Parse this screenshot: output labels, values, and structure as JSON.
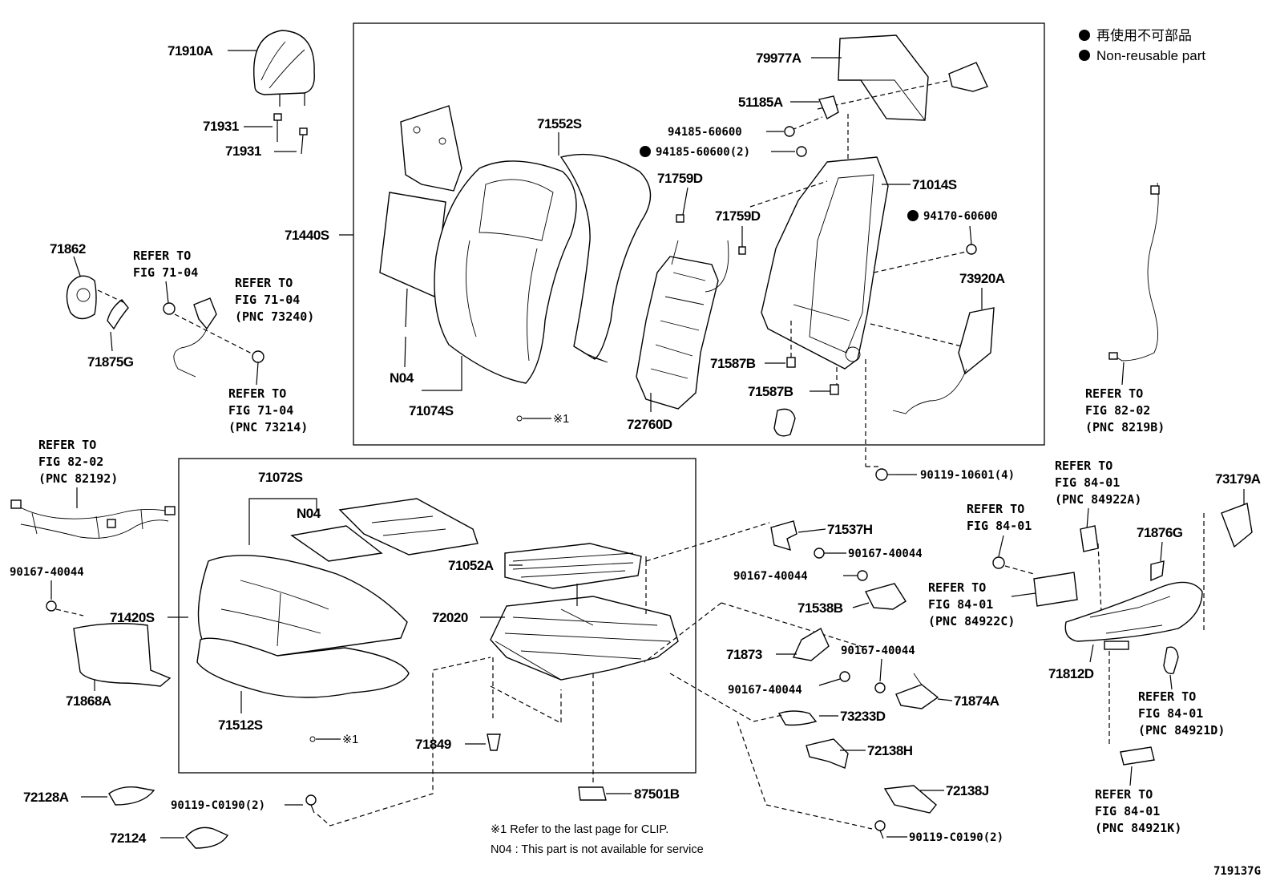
{
  "legend": {
    "jp": "再使用不可部品",
    "en": "Non-reusable part"
  },
  "labels": {
    "l71910A": "71910A",
    "l71931a": "71931",
    "l71931b": "71931",
    "l71862": "71862",
    "l71875G": "71875G",
    "l71440S": "71440S",
    "l71552S": "71552S",
    "l79977A": "79977A",
    "l51185A": "51185A",
    "l71759Da": "71759D",
    "l71759Db": "71759D",
    "l71014S": "71014S",
    "l73920A": "73920A",
    "l71587Ba": "71587B",
    "l71587Bb": "71587B",
    "l72760D": "72760D",
    "lN04a": "N04",
    "l71074S": "71074S",
    "l71072S": "71072S",
    "lN04b": "N04",
    "l71052A": "71052A",
    "l72020": "72020",
    "l71420S": "71420S",
    "l71512S": "71512S",
    "l71849": "71849",
    "l87501B": "87501B",
    "l71868A": "71868A",
    "l72128A": "72128A",
    "l72124": "72124",
    "l71537H": "71537H",
    "l71538B": "71538B",
    "l71873": "71873",
    "l73233D": "73233D",
    "l71874A": "71874A",
    "l72138H": "72138H",
    "l72138J": "72138J",
    "l73179A": "73179A",
    "l71876G": "71876G",
    "l71812D": "71812D"
  },
  "part_numbers": {
    "p94185a": "94185-60600",
    "p94185b": "94185-60600(2)",
    "p94170": "94170-60600",
    "p90119_10601": "90119-10601(4)",
    "p90167_a": "90167-40044",
    "p90167_b": "90167-40044",
    "p90167_c": "90167-40044",
    "p90167_d": "90167-40044",
    "p90167_e": "90167-40044",
    "p90119_c0190a": "90119-C0190(2)",
    "p90119_c0190b": "90119-C0190(2)"
  },
  "clip_marks": {
    "c1": "※1",
    "c2": "※1"
  },
  "refer_notes": {
    "r1": [
      "REFER TO",
      "FIG 71-04"
    ],
    "r2": [
      "REFER TO",
      "FIG 71-04",
      "(PNC 73240)"
    ],
    "r3": [
      "REFER TO",
      "FIG 71-04",
      "(PNC 73214)"
    ],
    "r4": [
      "REFER TO",
      "FIG 82-02",
      "(PNC 82192)"
    ],
    "r5": [
      "REFER TO",
      "FIG 82-02",
      "(PNC 8219B)"
    ],
    "r6": [
      "REFER TO",
      "FIG 84-01",
      "(PNC 84922A)"
    ],
    "r7": [
      "REFER TO",
      "FIG 84-01"
    ],
    "r8": [
      "REFER TO",
      "FIG 84-01",
      "(PNC 84922C)"
    ],
    "r9": [
      "REFER TO",
      "FIG 84-01",
      "(PNC 84921D)"
    ],
    "r10": [
      "REFER TO",
      "FIG 84-01",
      "(PNC 84921K)"
    ]
  },
  "footnotes": {
    "clip": "※1  Refer to the last page for CLIP.",
    "n04": "N04 : This part is not available for service"
  },
  "figure_id": "719137G"
}
